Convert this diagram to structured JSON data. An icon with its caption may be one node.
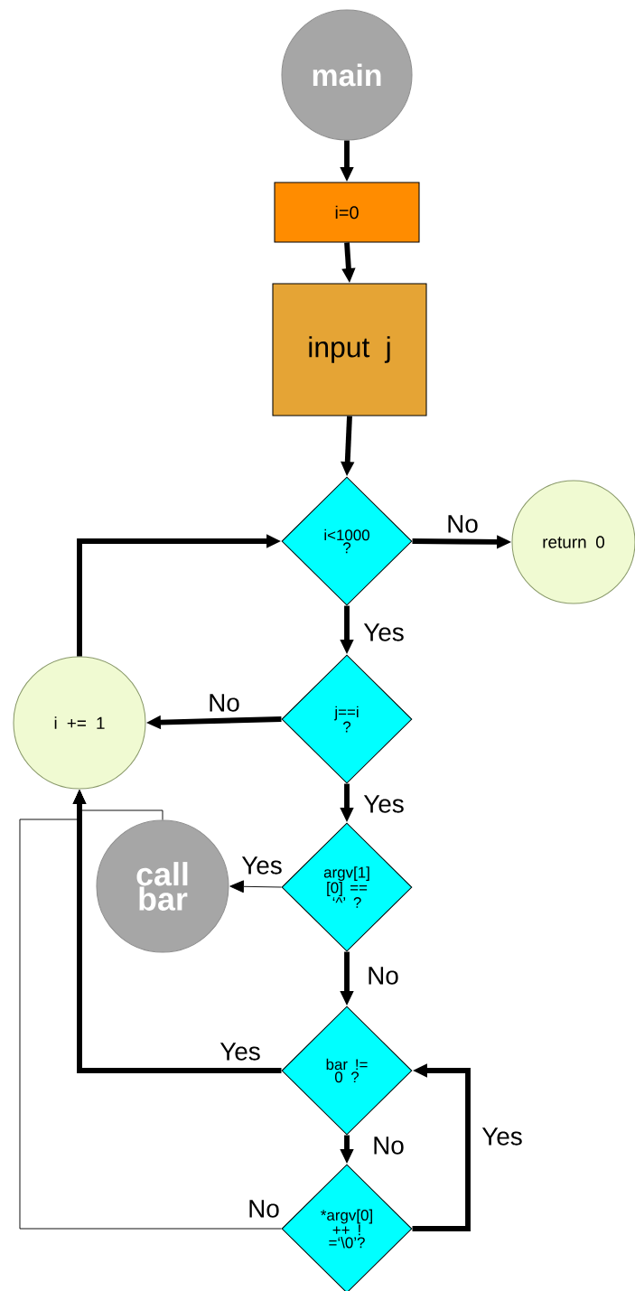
{
  "diagram": {
    "nodes": [
      {
        "text": [
          "main"
        ]
      },
      {
        "text": [
          "i=0"
        ]
      },
      {
        "text": [
          "input j"
        ]
      },
      {
        "text": [
          "i<1000 ?"
        ]
      },
      {
        "text": [
          "return 0"
        ]
      },
      {
        "text": [
          "i += 1"
        ]
      },
      {
        "text": [
          "j==i ?"
        ]
      },
      {
        "text": [
          "call bar"
        ]
      },
      {
        "text": [
          "argv[1] [0] == ‘^’ ?"
        ]
      },
      {
        "text": [
          "bar != 0 ?"
        ]
      },
      {
        "text": [
          "*argv[0] ++ ! =‘\\0’?"
        ]
      }
    ],
    "edges": [
      {
        "from": 0,
        "to": 1,
        "arrow": "to"
      },
      {
        "from": 1,
        "to": 2,
        "arrow": "to"
      },
      {
        "from": 2,
        "to": 3,
        "arrow": "to"
      },
      {
        "from": 3,
        "to": 4,
        "arrow": "to",
        "label": "No"
      },
      {
        "from": 3,
        "to": 6,
        "arrow": "to",
        "label": "Yes"
      },
      {
        "from": 6,
        "to": 5,
        "arrow": "to",
        "label": "No"
      },
      {
        "from": 5,
        "to": 3,
        "arrow": "to"
      },
      {
        "from": 6,
        "to": 8,
        "arrow": "to",
        "label": "Yes"
      },
      {
        "from": 8,
        "to": 7,
        "arrow": "to",
        "label": "Yes"
      },
      {
        "from": 7,
        "to": 5,
        "arrow": "to"
      },
      {
        "from": 8,
        "to": 9,
        "arrow": "to",
        "label": "No"
      },
      {
        "from": 9,
        "to": 5,
        "arrow": "to",
        "label": "Yes"
      },
      {
        "from": 9,
        "to": 10,
        "arrow": "to",
        "label": "No"
      },
      {
        "from": 10,
        "to": 9,
        "arrow": "to",
        "label": "Yes"
      },
      {
        "from": 10,
        "to": 5,
        "arrow": "to",
        "label": "No"
      }
    ]
  }
}
